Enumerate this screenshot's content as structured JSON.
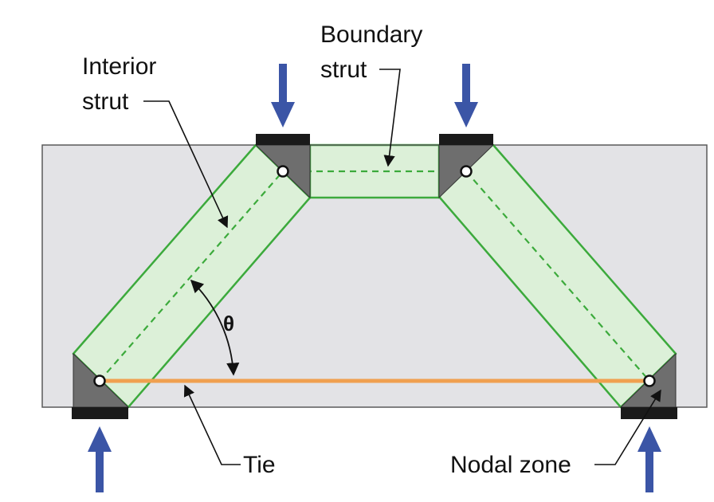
{
  "labels": {
    "interior_strut_line1": "Interior",
    "interior_strut_line2": "strut",
    "boundary_strut_line1": "Boundary",
    "boundary_strut_line2": "strut",
    "angle": "θ",
    "tie": "Tie",
    "nodal_zone": "Nodal zone"
  },
  "colors": {
    "beam_fill": "#e3e3e6",
    "beam_stroke": "#5a5a5a",
    "strut_fill": "#dcf0d8",
    "strut_stroke": "#3caa3c",
    "tie": "#f0a050",
    "node_zone": "#6e6e6e",
    "bearing_plate": "#1a1a1a",
    "load_arrow": "#3b55a6"
  },
  "icons": {
    "load_arrow": "down-arrow-icon",
    "reaction_arrow": "up-arrow-icon",
    "node": "open-circle-icon"
  }
}
